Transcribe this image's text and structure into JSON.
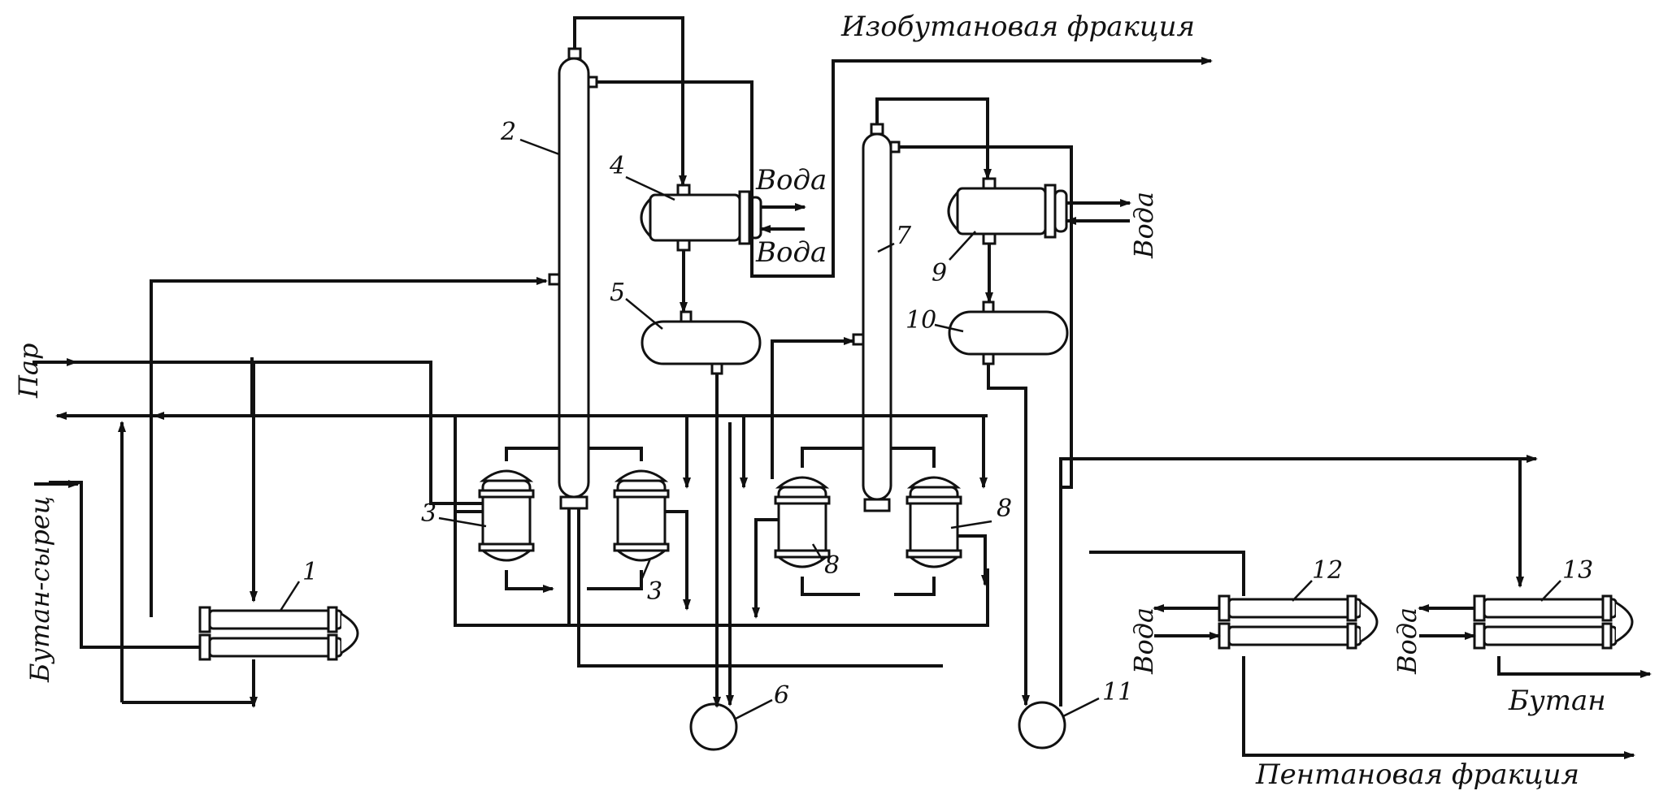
{
  "labels": {
    "isobutane": "Изобутановая фракция",
    "pentane": "Пентановая фракция",
    "butane": "Бутан",
    "steam": "Пар",
    "raw_butane": "Бутан-сырец",
    "water": "Вода"
  },
  "units": {
    "u1": "1",
    "u2": "2",
    "u3a": "3",
    "u3b": "3",
    "u4": "4",
    "u5": "5",
    "u6": "6",
    "u7": "7",
    "u8a": "8",
    "u8b": "8",
    "u9": "9",
    "u10": "10",
    "u11": "11",
    "u12": "12",
    "u13": "13"
  }
}
